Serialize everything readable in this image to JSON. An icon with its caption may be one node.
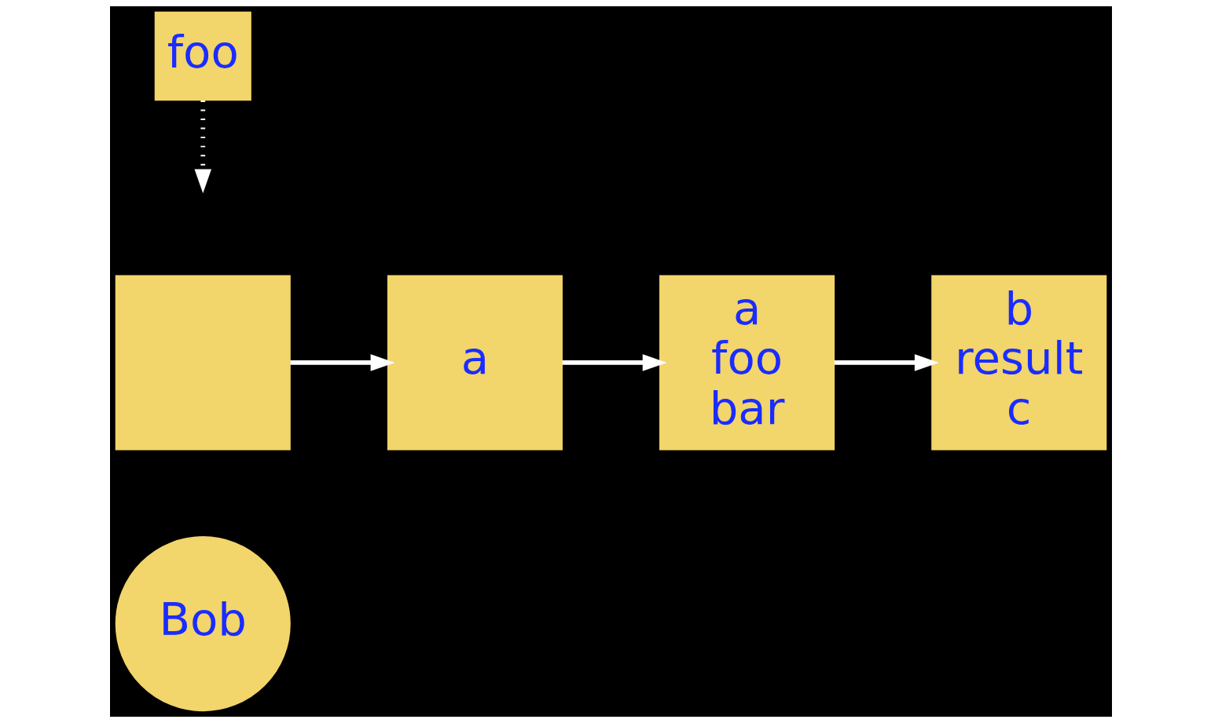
{
  "diagram": {
    "nodes": [
      {
        "text": [
          "Bob"
        ]
      },
      {
        "text": [],
        "shape": "box"
      },
      {
        "text": [
          "a"
        ]
      },
      {
        "text": [
          "a",
          "foo",
          "bar"
        ]
      },
      {
        "text": [
          "b",
          "result",
          "c"
        ]
      },
      {
        "text": [
          "foo"
        ]
      }
    ],
    "edges": [
      {
        "from": 1,
        "to": 2,
        "arrow": "to"
      },
      {
        "from": 2,
        "to": 3,
        "arrow": "to"
      },
      {
        "from": 5,
        "to": null,
        "arrow": "to",
        "style": "dashed"
      },
      {
        "from": 3,
        "to": 4,
        "arrow": "to"
      }
    ]
  }
}
